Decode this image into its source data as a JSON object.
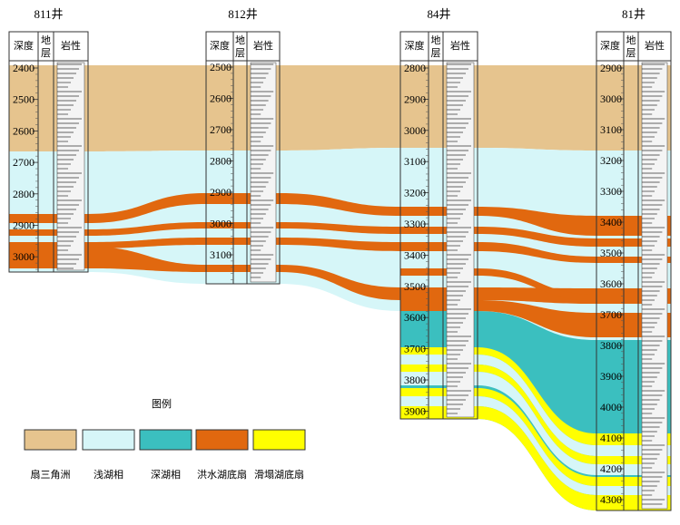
{
  "colors": {
    "fan_delta": "#E6C48E",
    "shallow_lake": "#D6F6F8",
    "deep_lake": "#3BBFBF",
    "flood_fan": "#E1680F",
    "slump_fan": "#FFFF00",
    "outline": "#333333"
  },
  "column_headers": {
    "depth": "深度",
    "strata": "地层",
    "lithology": "岩性"
  },
  "wells": [
    {
      "id": "w811",
      "name": "811井",
      "depths": [
        "2400",
        "2500",
        "2600",
        "2700",
        "2800",
        "2900",
        "3000"
      ]
    },
    {
      "id": "w812",
      "name": "812井",
      "depths": [
        "2500",
        "2600",
        "2700",
        "2800",
        "2900",
        "3000",
        "3100"
      ]
    },
    {
      "id": "w84",
      "name": "84井",
      "depths": [
        "2800",
        "2900",
        "3000",
        "3100",
        "3200",
        "3300",
        "3400",
        "3500",
        "3600",
        "3700",
        "3800",
        "3900"
      ]
    },
    {
      "id": "w81",
      "name": "81井",
      "depths": [
        "2900",
        "3000",
        "3100",
        "3200",
        "3300",
        "3400",
        "3500",
        "3600",
        "3700",
        "3800",
        "3900",
        "4000",
        "4100",
        "4200",
        "4300"
      ]
    }
  ],
  "legend": {
    "title": "图例",
    "items": [
      {
        "label": "扇三角洲",
        "color": "fan_delta"
      },
      {
        "label": "浅湖相",
        "color": "shallow_lake"
      },
      {
        "label": "深湖相",
        "color": "deep_lake"
      },
      {
        "label": "洪水湖底扇",
        "color": "flood_fan"
      },
      {
        "label": "滑塌湖底扇",
        "color": "slump_fan"
      }
    ]
  }
}
